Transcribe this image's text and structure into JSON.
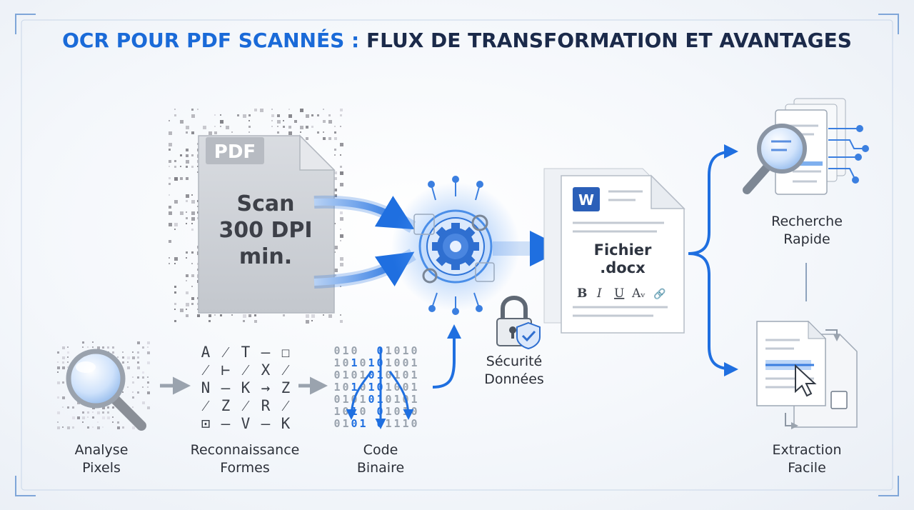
{
  "title": {
    "part1": "OCR POUR PDF SCANNÉS :",
    "part2": "FLUX DE TRANSFORMATION ET AVANTAGES"
  },
  "input_doc": {
    "badge": "PDF",
    "line1": "Scan",
    "line2": "300 DPI",
    "line3": "min."
  },
  "output_doc": {
    "app_letter": "W",
    "line1": "Fichier",
    "line2": ".docx",
    "format_bar": [
      "B",
      "I",
      "U",
      "Aᵥ",
      "🔗"
    ]
  },
  "steps": {
    "analyse": {
      "line1": "Analyse",
      "line2": "Pixels"
    },
    "reconnaissance": {
      "line1": "Reconnaissance",
      "line2": "Formes"
    },
    "code": {
      "line1": "Code",
      "line2": "Binaire"
    },
    "securite": {
      "line1": "Sécurité",
      "line2": "Données"
    }
  },
  "benefits": {
    "recherche": {
      "line1": "Recherche",
      "line2": "Rapide"
    },
    "extraction": {
      "line1": "Extraction",
      "line2": "Facile"
    }
  },
  "glyph_grid": [
    [
      "A",
      "⁄",
      "T",
      "–",
      "☐"
    ],
    [
      "⁄",
      "⊢",
      "⁄",
      "X",
      "⁄"
    ],
    [
      "N",
      "–",
      "K",
      "→",
      "Z"
    ],
    [
      "⁄",
      "Z",
      "⁄",
      "R",
      "⁄"
    ],
    [
      "⊡",
      "–",
      "V",
      "–",
      "K"
    ]
  ],
  "binary_rows": [
    "010  01010",
    "1010101001",
    "0101010101",
    "1010101001",
    "0101010101",
    "1010 01010",
    "0101 01110"
  ],
  "colors": {
    "accent": "#1a6ad8",
    "dark": "#1b2a4a",
    "arrow": "#1f6fe0",
    "doc_gray": "#c9ccd2"
  }
}
